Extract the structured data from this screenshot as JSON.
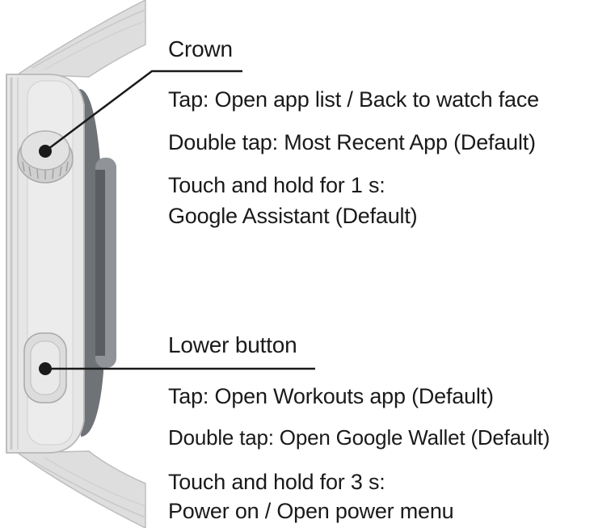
{
  "colors": {
    "ink": "#1a1a1a",
    "band": "#dedede",
    "band_edge": "#bdbdbd",
    "case": "#e6e6e6",
    "case_edge": "#b8b8b8",
    "glass": "#6f7378",
    "glass_dark": "#5a5e63",
    "bezel": "#909499",
    "background": "#ffffff"
  },
  "crown": {
    "title": "Crown",
    "actions": [
      "Tap: Open app list / Back to watch face",
      "Double tap: Most Recent App (Default)"
    ],
    "hold_line_1": "Touch and hold for 1 s:",
    "hold_line_2": "Google Assistant (Default)"
  },
  "lower_button": {
    "title": "Lower button",
    "actions": [
      "Tap: Open Workouts app (Default)",
      "Double tap: Open Google Wallet (Default)"
    ],
    "hold_line_1": "Touch and hold for 3 s:",
    "hold_line_2": "Power on / Open power menu"
  }
}
